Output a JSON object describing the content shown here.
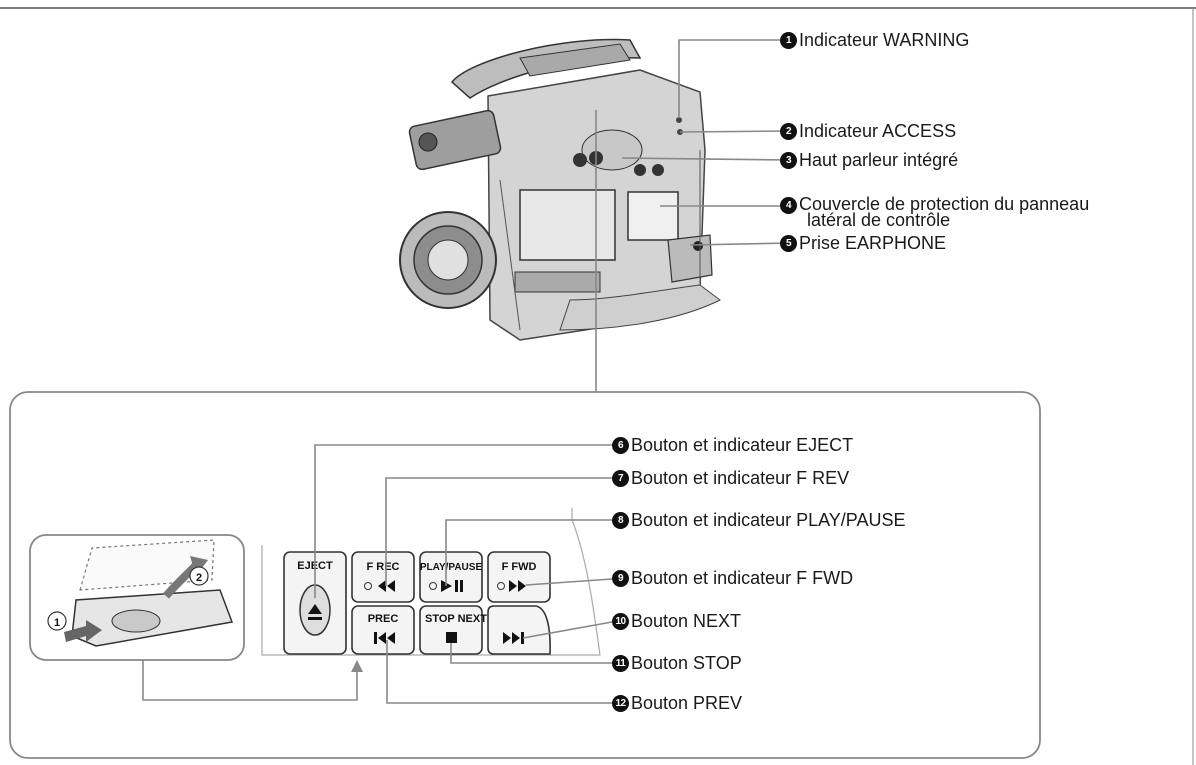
{
  "callouts": [
    {
      "num": "1",
      "label": "Indicateur WARNING"
    },
    {
      "num": "2",
      "label": "Indicateur ACCESS"
    },
    {
      "num": "3",
      "label": "Haut parleur intégré"
    },
    {
      "num": "4",
      "label": "Couvercle de protection du panneau",
      "label2": "latéral de contrôle"
    },
    {
      "num": "5",
      "label": "Prise EARPHONE"
    },
    {
      "num": "6",
      "label": "Bouton et indicateur EJECT"
    },
    {
      "num": "7",
      "label": "Bouton et indicateur F REV"
    },
    {
      "num": "8",
      "label": "Bouton et indicateur PLAY/PAUSE"
    },
    {
      "num": "9",
      "label": "Bouton et indicateur F FWD"
    },
    {
      "num": "10",
      "label": "Bouton NEXT"
    },
    {
      "num": "11",
      "label": "Bouton STOP"
    },
    {
      "num": "12",
      "label": "Bouton PREV"
    }
  ],
  "panel_buttons": {
    "eject": "EJECT",
    "f_rec": "F REC",
    "play_pause": "PLAY/PAUSE",
    "f_fwd": "F FWD",
    "prec": "PREC",
    "stop_next": "STOP NEXT"
  },
  "inset_steps": {
    "step1": "1",
    "step2": "2"
  }
}
